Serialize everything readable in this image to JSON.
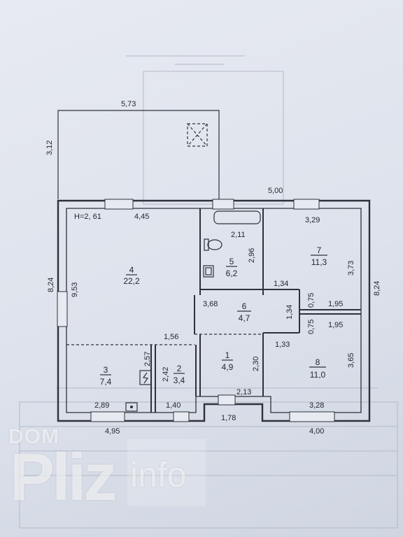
{
  "plan": {
    "dimensions": {
      "top_annex_width": "5,73",
      "annex_height": "3,12",
      "top_right": "5,00",
      "left_total": "8,24",
      "right_total": "8,24",
      "room4_width": "4,45",
      "room4_height": "9,53",
      "ceiling": "H=2, 61",
      "bath_width": "2,11",
      "bath_height": "2,96",
      "room7_width": "3,29",
      "room7_height": "3,73",
      "corr_left": "3,68",
      "corr_height": "1,34",
      "corr_top": "1,34",
      "r7_lower_right": "1,95",
      "r8_upper_right": "1,95",
      "gap_a": "0,75",
      "gap_b": "0,75",
      "corr_bottom": "1,33",
      "hall_right": "1,56",
      "room3_h": "2,57",
      "room2_h": "2,42",
      "room1_h": "2,30",
      "room1_w": "2,13",
      "room8_h": "3,65",
      "room3_bottom": "2,89",
      "room2_bottom": "1,40",
      "entry_w": "1,78",
      "room8_bottom": "3,28",
      "bottom_left": "4,95",
      "bottom_right": "4,00"
    },
    "rooms": [
      {
        "num": "1",
        "area": "4,9"
      },
      {
        "num": "2",
        "area": "3,4"
      },
      {
        "num": "3",
        "area": "7,4"
      },
      {
        "num": "4",
        "area": "22,2"
      },
      {
        "num": "5",
        "area": "6,2"
      },
      {
        "num": "6",
        "area": "4,7"
      },
      {
        "num": "7",
        "area": "11,3"
      },
      {
        "num": "8",
        "area": "11,0"
      }
    ]
  },
  "watermark": {
    "line1": "DOM",
    "line2": "Pliz",
    "line3": "info"
  }
}
